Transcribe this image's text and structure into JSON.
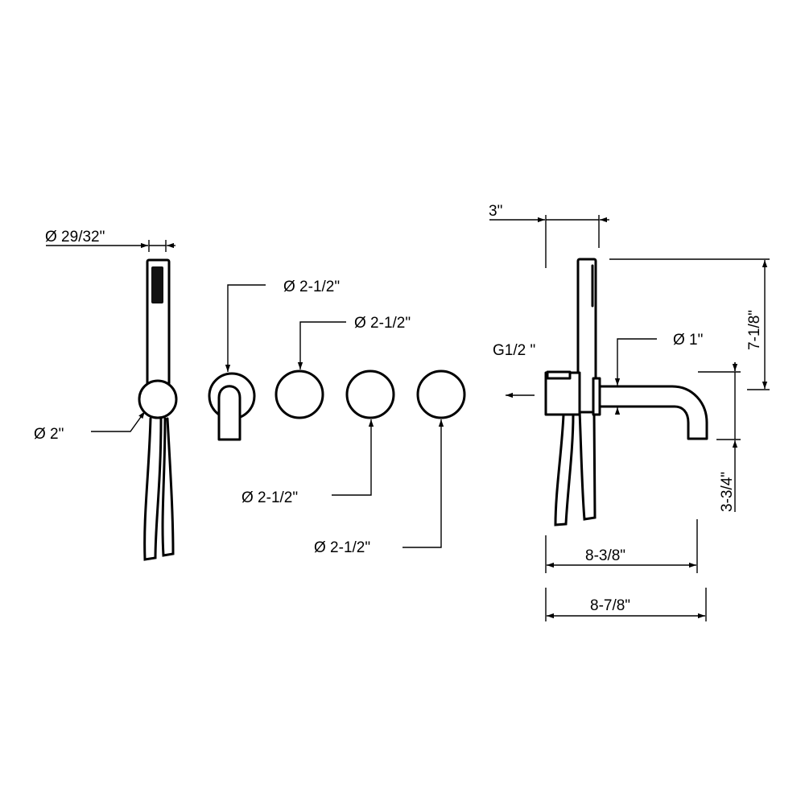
{
  "colors": {
    "line": "#000000",
    "background": "#ffffff"
  },
  "left_view": {
    "handshower_diameter": "Ø 29/32\"",
    "holder_diameter": "Ø 2\"",
    "mixer_diameter": "Ø 2-1/2\"",
    "knob1_diameter": "Ø 2-1/2\"",
    "knob2_diameter": "Ø 2-1/2\"",
    "knob3_diameter": "Ø 2-1/2\""
  },
  "side_view": {
    "offset": "3\"",
    "connection": "G1/2 \"",
    "spout_diameter": "Ø 1\"",
    "height_top": "7-1/8\"",
    "spout_height": "3-3/4\"",
    "spout_reach": "8-3/8\"",
    "overall_reach": "8-7/8\""
  }
}
